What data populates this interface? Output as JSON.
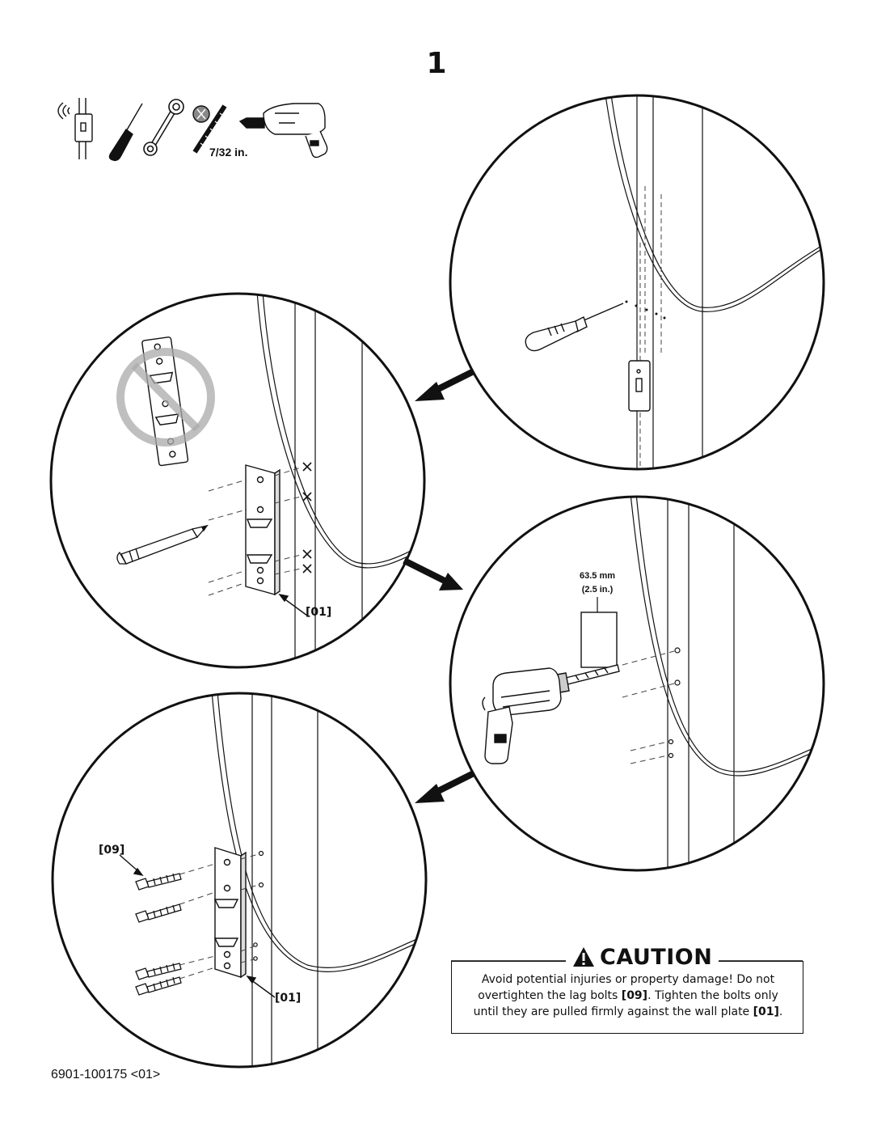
{
  "step": "1",
  "tools": {
    "items": [
      "stud-finder-icon",
      "awl-icon",
      "wrench-icon",
      "drill-bit-icon",
      "power-drill-icon"
    ],
    "drill_bit_size": "7/32 in."
  },
  "callouts": {
    "wall_plate_top": "[01]",
    "wall_plate_bottom": "[01]",
    "lag_bolts": "[09]"
  },
  "drill_depth": {
    "mm": "63.5 mm",
    "inches": "(2.5 in.)"
  },
  "caution": {
    "title": "CAUTION",
    "line1": "Avoid potential injuries or property damage! Do not",
    "line2_pre": "overtighten the lag bolts ",
    "line2_bold": "[09]",
    "line2_post": ".  Tighten the bolts only",
    "line3_pre": "until they are pulled firmly against the wall plate ",
    "line3_bold": "[01]",
    "line3_post": "."
  },
  "footer": {
    "doc_code": "6901-100175 <01>"
  }
}
